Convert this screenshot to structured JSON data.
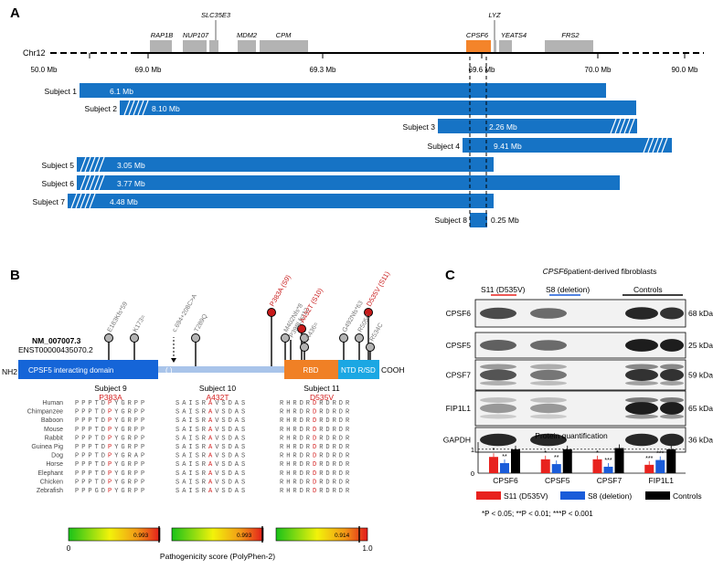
{
  "panels": {
    "a": "A",
    "b": "B",
    "c": "C"
  },
  "chrom": {
    "name": "Chr12",
    "ticks": [
      "50.0 Mb",
      "69.0 Mb",
      "69.3 Mb",
      "69.6 Mb",
      "70.0 Mb",
      "90.0 Mb"
    ],
    "genes": [
      "RAP1B",
      "NUP107",
      "SLC35E3",
      "MDM2",
      "CPM",
      "CPSF6",
      "LYZ",
      "YEATS4",
      "FRS2"
    ]
  },
  "subjects": [
    {
      "label": "Subject 1",
      "size": "6.1 Mb"
    },
    {
      "label": "Subject 2",
      "size": "8.10 Mb"
    },
    {
      "label": "Subject 3",
      "size": "2.26 Mb"
    },
    {
      "label": "Subject 4",
      "size": "9.41 Mb"
    },
    {
      "label": "Subject 5",
      "size": "3.05 Mb"
    },
    {
      "label": "Subject 6",
      "size": "3.77 Mb"
    },
    {
      "label": "Subject 7",
      "size": "4.48 Mb"
    },
    {
      "label": "Subject 8",
      "size": "0.25 Mb"
    }
  ],
  "protein": {
    "nm": "NM_007007.3",
    "enst": "ENST00000435070.2",
    "nh2": "NH2",
    "cooh": "COOH",
    "domain_cpsf5": "CPSF5 interacting domain",
    "domain_rbd": "RBD",
    "domain_ntd": "NTD R/SD",
    "paren": "( )",
    "variants_gray": [
      "E183Kfs*59",
      "K173=",
      "c.694+208C>A",
      "T289Q",
      "M402Nfs*8",
      "P398Lfs*12",
      "A436=",
      "G492Nfs*63",
      "R505C",
      "R534C"
    ],
    "variants_red": [
      "P383A (S9)",
      "A432T (S10)",
      "D535V (S11)"
    ]
  },
  "alignment": {
    "species": [
      "Human",
      "Chimpanzee",
      "Baboon",
      "Mouse",
      "Rabbit",
      "Guinea Pig",
      "Dog",
      "Horse",
      "Elephant",
      "Chicken",
      "Zebrafish"
    ],
    "blocks": [
      {
        "title": "Subject 9",
        "variant": "P383A",
        "score": "0.993",
        "rows": [
          "PPPTDPYGRPP",
          "PPPTDPYGRPP",
          "PPPTDPYGRPP",
          "PPPTDPYGRPP",
          "PPPTDPYGRPP",
          "PPPTDPYGRPP",
          "PPPTDPYGRAP",
          "PPPTDPYGRPP",
          "PPPTDPYGRPP",
          "PPPTDPYGRPP",
          "PPPGDPYGRPP"
        ]
      },
      {
        "title": "Subject 10",
        "variant": "A432T",
        "score": "0.993",
        "rows": [
          "SAISRAVSDAS",
          "SAISRAVSDAS",
          "SAISRAVSDAS",
          "SAISRAVSDAS",
          "SAISRAVSDAS",
          "SAISRAVSDAS",
          "SAISRAVSDAS",
          "SAISRAVSDAS",
          "SAISRAVSDAS",
          "SAISRAVSDAS",
          "SAISRAVSDAS"
        ]
      },
      {
        "title": "Subject 11",
        "variant": "D535V",
        "score": "0.914",
        "rows": [
          "RHRDRDRDRDR",
          "RHRDRDRDRDR",
          "RHRDRDRDRDR",
          "RHRDRDRDRDR",
          "RHRDRDRDRDR",
          "RHRDRDRDRDR",
          "RHRDRDRDRDR",
          "RHRDRDRDRDR",
          "RHRDRDRDRDR",
          "RHRDRDRDRDR",
          "RHRDRDRDRDR"
        ]
      }
    ],
    "scale_min": "0",
    "scale_max": "1.0",
    "scale_title": "Pathogenicity score (PolyPhen-2)"
  },
  "blot": {
    "title_gene": "CPSF6",
    "title_rest": " patient-derived fibroblasts",
    "groups": [
      "S11 (D535V)",
      "S8 (deletion)",
      "Controls"
    ],
    "rows": [
      {
        "name": "CPSF6",
        "kda": "68 kDa"
      },
      {
        "name": "CPSF5",
        "kda": "25 kDa"
      },
      {
        "name": "CPSF7",
        "kda": "59 kDa"
      },
      {
        "name": "FIP1L1",
        "kda": "65 kDa"
      },
      {
        "name": "GAPDH",
        "kda": "36 kDa"
      }
    ],
    "footnote": "*P < 0.05; **P < 0.01; ***P < 0.001"
  },
  "chart_data": {
    "type": "bar",
    "title": "Protein quantification",
    "categories": [
      "CPSF6",
      "CPSF5",
      "CPSF7",
      "FIP1L1"
    ],
    "series": [
      {
        "name": "S11 (D535V)",
        "color": "#e8221e",
        "values": [
          0.68,
          0.58,
          0.58,
          0.35
        ],
        "sig": [
          "*",
          "*",
          "*",
          "***"
        ]
      },
      {
        "name": "S8 (deletion)",
        "color": "#1a5cd9",
        "values": [
          0.42,
          0.38,
          0.27,
          0.55
        ],
        "sig": [
          "**",
          "**",
          "***",
          "***"
        ]
      },
      {
        "name": "Controls",
        "color": "#000000",
        "values": [
          1.0,
          1.0,
          1.05,
          1.0
        ],
        "sig": [
          "",
          "",
          "",
          ""
        ]
      }
    ],
    "yticks": [
      "0",
      "1"
    ],
    "ylim": [
      0,
      1.3
    ],
    "reference_line": 1.0,
    "legend": "bottom"
  }
}
